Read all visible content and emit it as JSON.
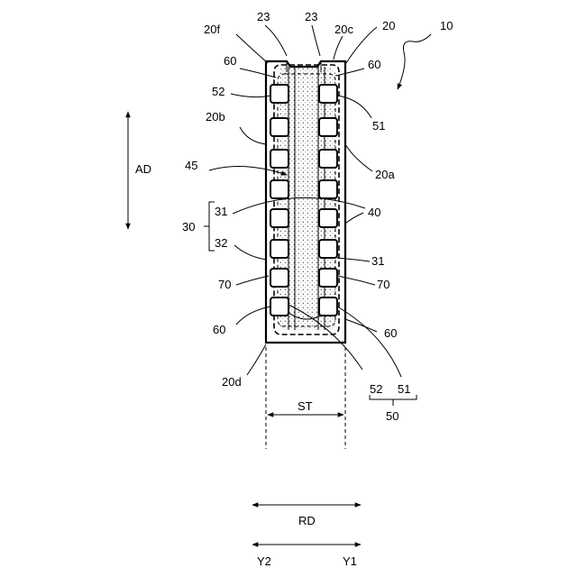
{
  "labels": {
    "l10": "10",
    "l20": "20",
    "l20a": "20a",
    "l20b": "20b",
    "l20c": "20c",
    "l20d": "20d",
    "l20f": "20f",
    "l23_left": "23",
    "l23_right": "23",
    "l60_tl": "60",
    "l60_tr": "60",
    "l60_bl": "60",
    "l60_br": "60",
    "l52_top": "52",
    "l51_top": "51",
    "l45": "45",
    "l31_left": "31",
    "l31_right": "31",
    "l30": "30",
    "l32": "32",
    "l40": "40",
    "l70_left": "70",
    "l70_right": "70",
    "l52_bottom": "52",
    "l51_bottom": "51",
    "l50": "50",
    "AD": "AD",
    "ST": "ST",
    "RD": "RD",
    "Y1": "Y1",
    "Y2": "Y2"
  }
}
